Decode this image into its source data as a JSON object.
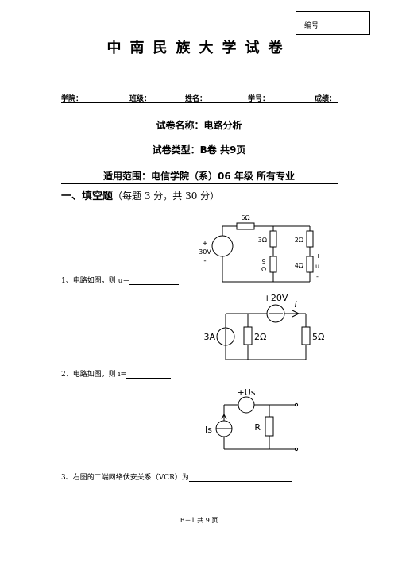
{
  "header": {
    "code_label": "编号",
    "title": "中南民族大学试卷",
    "fields": {
      "college": "学院：",
      "class": "班级：",
      "name": "姓名：",
      "student_id": "学号：",
      "score": "成绩："
    }
  },
  "exam": {
    "name_line": "试卷名称：电路分析",
    "type_line": "试卷类型：B卷 共9页",
    "scope_line": "适用范围：电信学院（系）06 年级 所有专业"
  },
  "section": {
    "title": "一、填空题",
    "note": "（每题 3 分，共 30 分）"
  },
  "questions": [
    {
      "text": "1、电路如图，则 u＝"
    },
    {
      "text": "2、电路如图，则 i="
    },
    {
      "text": "3、右图的二端网络伏安关系（VCR）为"
    }
  ],
  "circuit1": {
    "r_top": "6Ω",
    "r_mid1": "3Ω",
    "r_mid2": "9",
    "r_mid2_unit": "Ω",
    "r_right1": "2Ω",
    "r_right2": "4Ω",
    "source_plus": "+",
    "source_value": "30V",
    "source_minus": "-",
    "u_plus": "+",
    "u_label": "u",
    "u_minus": "-"
  },
  "circuit2": {
    "voltage_source": "+20V",
    "current_label": "i",
    "current_source": "3A",
    "r1": "2Ω",
    "r2": "5Ω"
  },
  "circuit3": {
    "voltage_source": "+Us",
    "current_source": "Is",
    "resistor": "R"
  },
  "footer": {
    "page": "B－1 共 9 页"
  }
}
